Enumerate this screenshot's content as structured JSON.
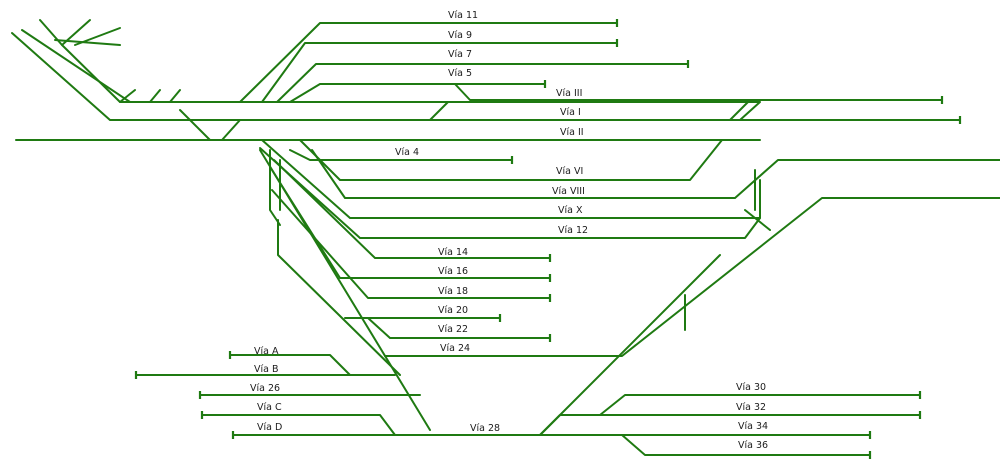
{
  "colors": {
    "track": "#1f7a12",
    "track_dark": "#1a6a10",
    "background": "#ffffff",
    "label": "#1c1c1c"
  },
  "labels": [
    {
      "id": "via-11",
      "text": "Vía 11"
    },
    {
      "id": "via-9",
      "text": "Vía 9"
    },
    {
      "id": "via-7",
      "text": "Vía 7"
    },
    {
      "id": "via-5",
      "text": "Vía 5"
    },
    {
      "id": "via-iii",
      "text": "Vía III"
    },
    {
      "id": "via-i",
      "text": "Vía I"
    },
    {
      "id": "via-ii",
      "text": "Vía II"
    },
    {
      "id": "via-4",
      "text": "Vía 4"
    },
    {
      "id": "via-vi",
      "text": "Vía VI"
    },
    {
      "id": "via-viii",
      "text": "Vía VIII"
    },
    {
      "id": "via-x",
      "text": "Vía X"
    },
    {
      "id": "via-12",
      "text": "Vía 12"
    },
    {
      "id": "via-14",
      "text": "Vía 14"
    },
    {
      "id": "via-16",
      "text": "Vía 16"
    },
    {
      "id": "via-18",
      "text": "Vía 18"
    },
    {
      "id": "via-20",
      "text": "Vía 20"
    },
    {
      "id": "via-22",
      "text": "Vía 22"
    },
    {
      "id": "via-24",
      "text": "Vía 24"
    },
    {
      "id": "via-a",
      "text": "Vía A"
    },
    {
      "id": "via-b",
      "text": "Vía B"
    },
    {
      "id": "via-26",
      "text": "Vía 26"
    },
    {
      "id": "via-c",
      "text": "Vía C"
    },
    {
      "id": "via-d",
      "text": "Vía D"
    },
    {
      "id": "via-28",
      "text": "Vía 28"
    },
    {
      "id": "via-30",
      "text": "Vía 30"
    },
    {
      "id": "via-32",
      "text": "Vía 32"
    },
    {
      "id": "via-34",
      "text": "Vía 34"
    },
    {
      "id": "via-36",
      "text": "Vía 36"
    }
  ]
}
